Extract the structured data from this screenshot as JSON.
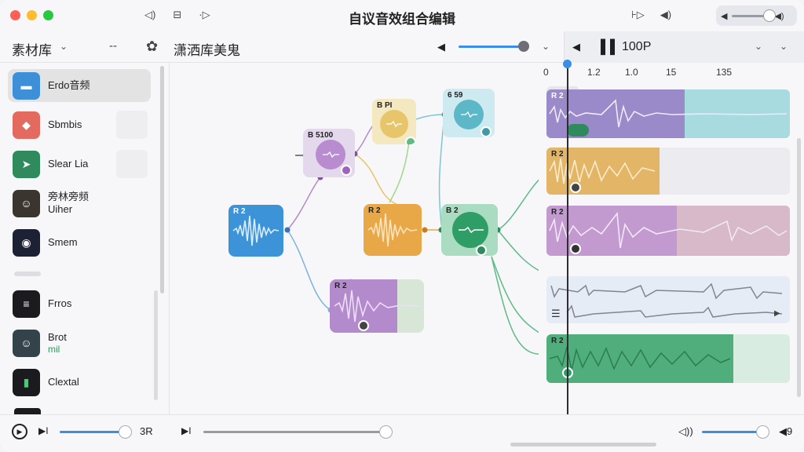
{
  "window": {
    "title": "自议音效组合编辑"
  },
  "titlebar": {
    "icons_left": [
      "◁)",
      "⊟",
      "·▷"
    ],
    "icons_right": [
      "⊦▷",
      "◀)"
    ],
    "volume": {
      "left_icon": "◀",
      "right_icon": "◀)"
    }
  },
  "toolbar": {
    "library_label": "素材库",
    "dash": "--",
    "project_name": "潇洒库美鬼",
    "arrow": "◀"
  },
  "right_panel": {
    "back": "◀",
    "pause": "▌▌",
    "label": "100P"
  },
  "sidebar": {
    "items": [
      {
        "title": "Erdo音频",
        "sub": ""
      },
      {
        "title": "Sbmbis",
        "sub": ""
      },
      {
        "title": "Slear Lia",
        "sub": ""
      },
      {
        "title": "旁林旁频",
        "sub": "Uiher"
      },
      {
        "title": "Smem",
        "sub": ""
      },
      {
        "title": "Frros",
        "sub": ""
      },
      {
        "title": "Brot",
        "sub": "mil"
      },
      {
        "title": "Clextal",
        "sub": ""
      }
    ]
  },
  "graph": {
    "nodes": [
      {
        "tag": "R 2",
        "color": "#3d93d8"
      },
      {
        "tag": "B 5100",
        "color": "#b98bcf"
      },
      {
        "tag": "B PI",
        "color": "#e7c56a"
      },
      {
        "tag": "6 59",
        "color": "#7cc6d3"
      },
      {
        "tag": "R 2",
        "color": "#e8a847"
      },
      {
        "tag": "B 2",
        "color": "#5fba86"
      },
      {
        "tag": "R 2",
        "color": "#b38bcc"
      }
    ]
  },
  "timeline": {
    "ruler": [
      "0",
      "1.2",
      "1.0",
      "15",
      "135"
    ],
    "clips": [
      {
        "tag": "R 2",
        "color": "#9a8ac9"
      },
      {
        "tag": "R 2",
        "color": "#e3b567"
      },
      {
        "tag": "R 2",
        "color": "#c39acf"
      },
      {
        "tag": "",
        "color": "#c7d3e4"
      },
      {
        "tag": "R 2",
        "color": "#4fae7c"
      }
    ]
  },
  "bottombar": {
    "play": "▶",
    "next": "▶I",
    "rate": "3R",
    "next2": "▶I",
    "vol_icon": "◁))",
    "vol_icon2": "◀9"
  }
}
